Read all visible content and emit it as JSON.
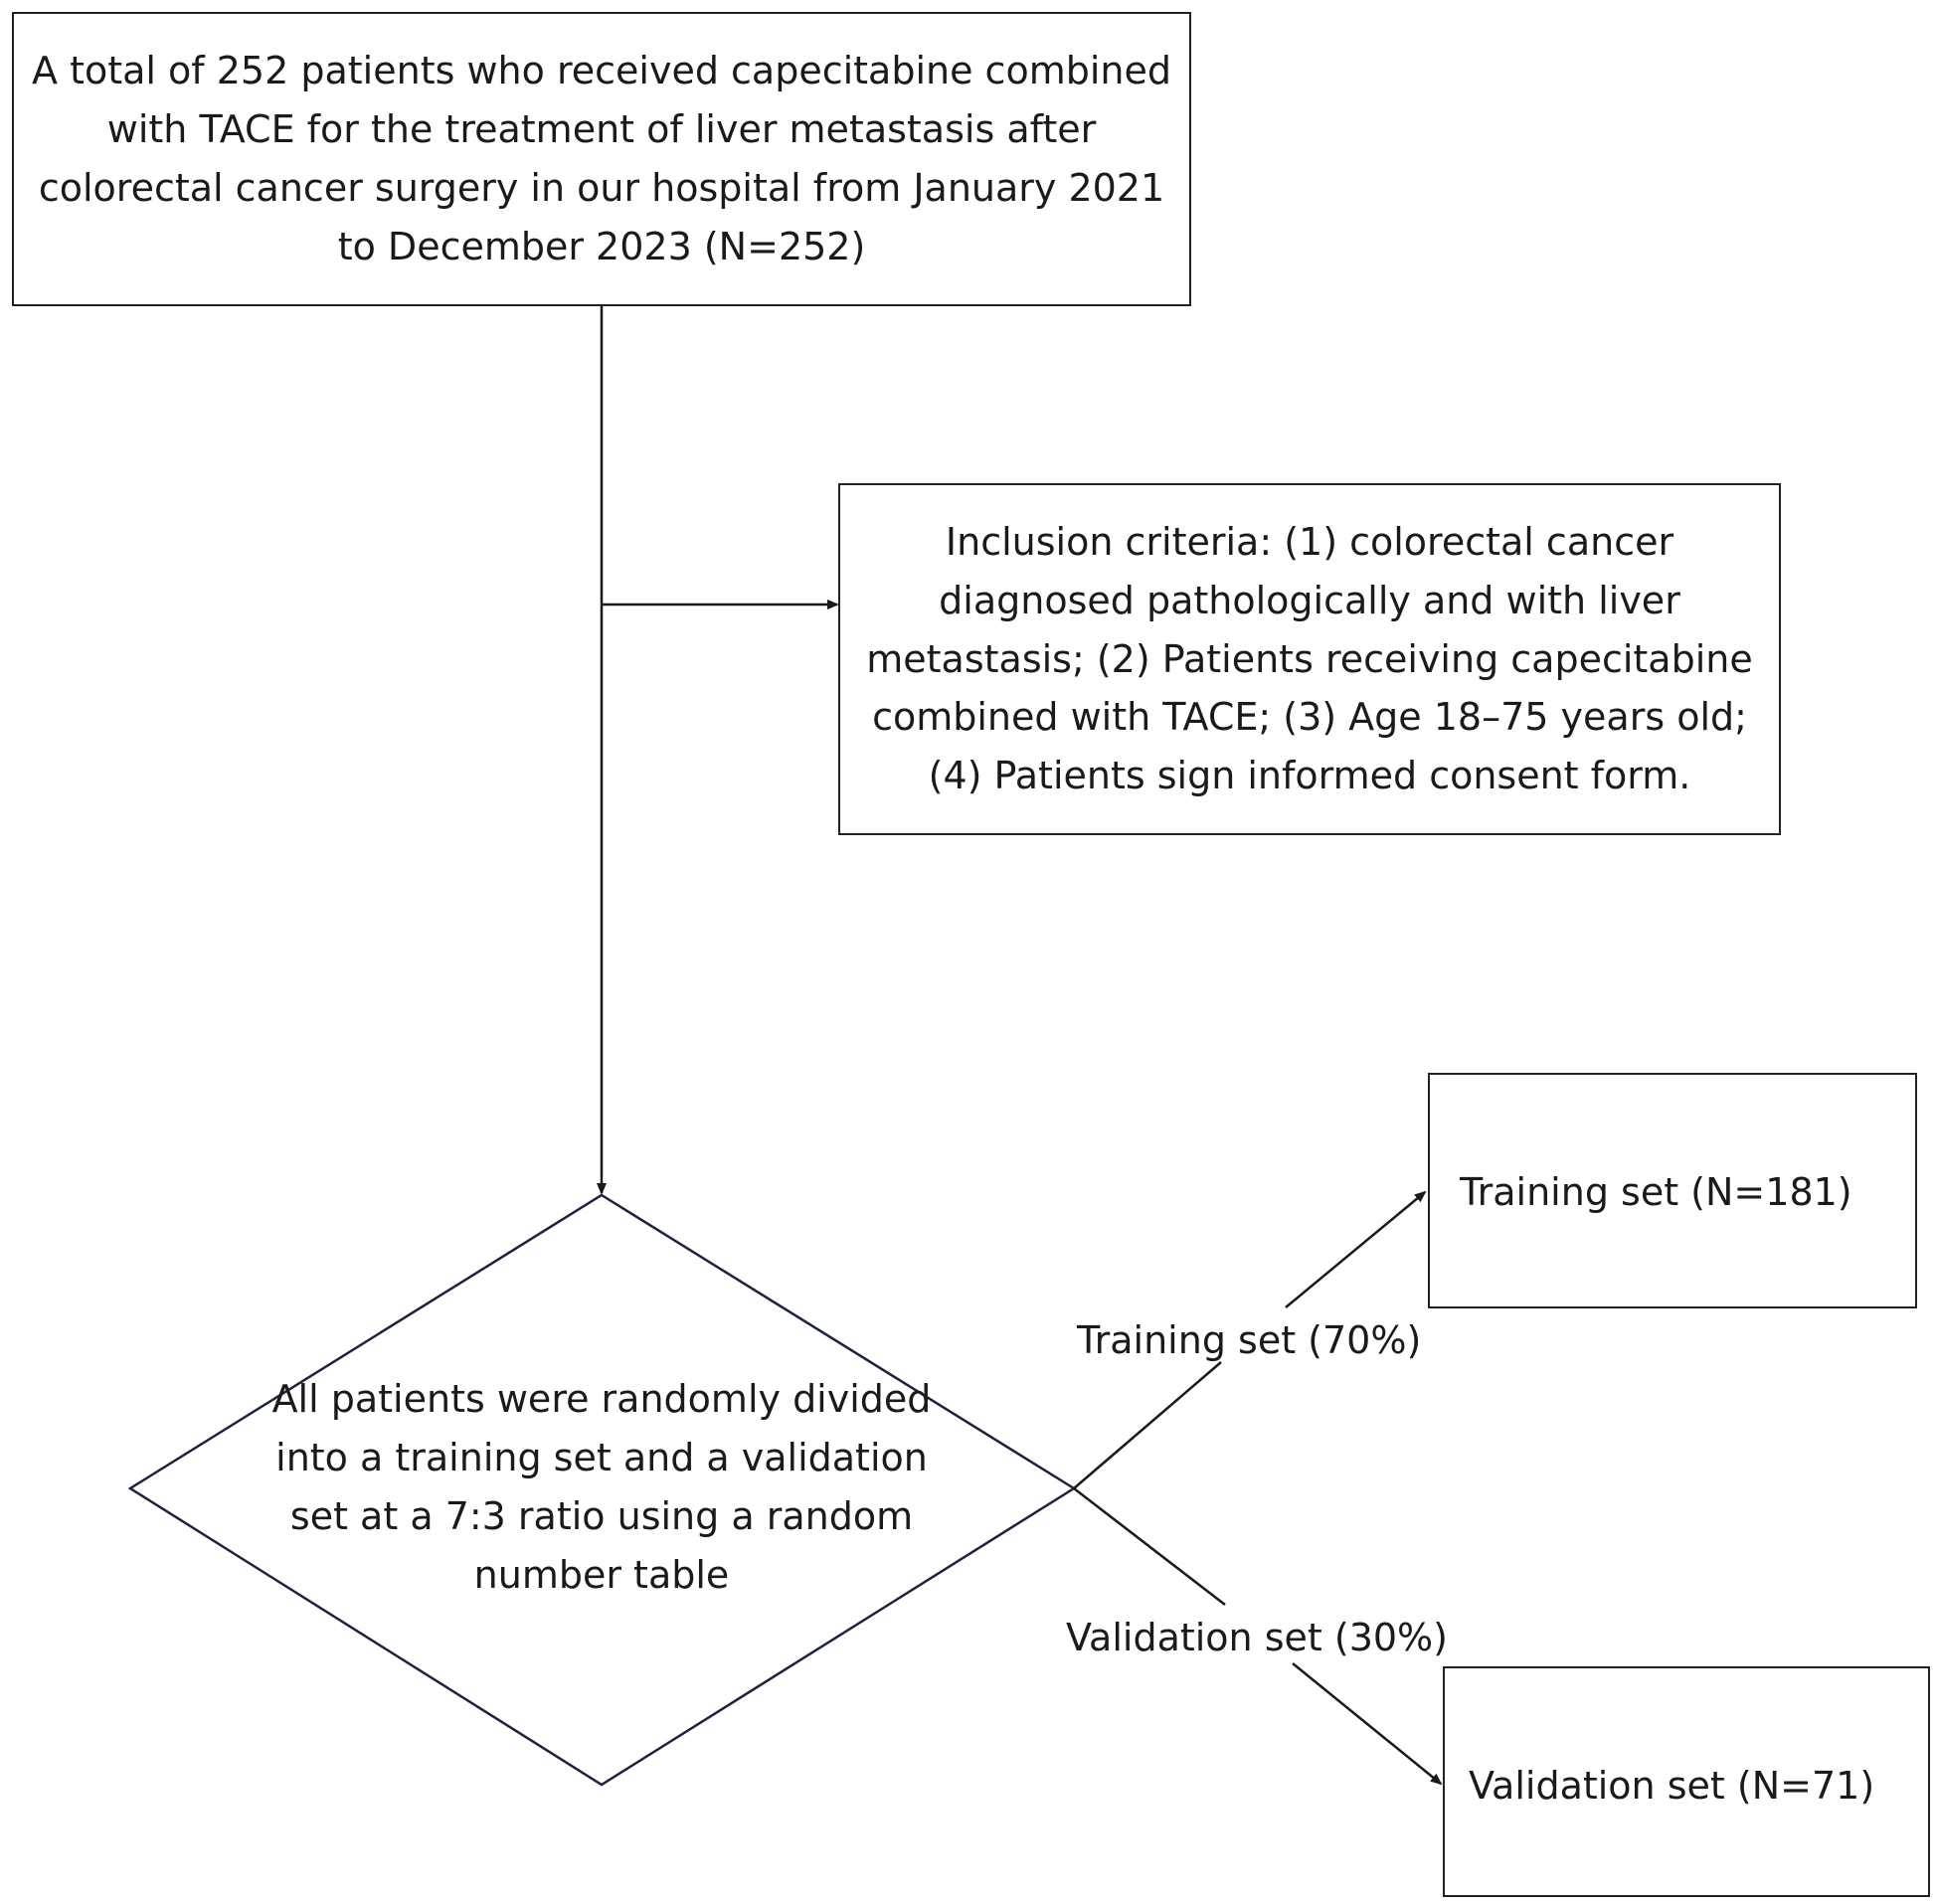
{
  "boxes": {
    "total": "A total of 252 patients who received capecitabine combined with TACE for the treatment of liver metastasis after colorectal cancer surgery in our hospital from January 2021 to December 2023 (N=252)",
    "inclusion": "Inclusion criteria: (1) colorectal cancer diagnosed pathologically and with liver metastasis; (2) Patients receiving capecitabine combined with TACE; (3) Age 18–75 years old; (4) Patients sign informed consent form.",
    "randomization": "All patients were randomly divided into a training set and a validation set at a 7:3 ratio using a random number table",
    "training": "Training set  (N=181)",
    "validation": "Validation set  (N=71)"
  },
  "edge_labels": {
    "training": "Training set (70%)",
    "validation": "Validation set (30%)"
  },
  "colors": {
    "box_border": "#222222",
    "diamond_border": "#1c2340",
    "text": "#1a1a1a"
  }
}
